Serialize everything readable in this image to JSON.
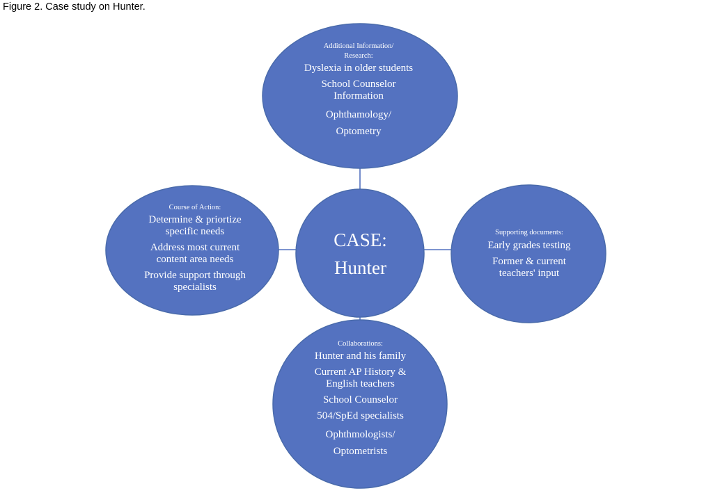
{
  "caption": "Figure 2. Case study on Hunter.",
  "colors": {
    "node_fill": "#5472c0",
    "node_stroke": "#4a6bab",
    "connector": "#5472c0",
    "text": "#ffffff",
    "background": "#ffffff"
  },
  "center": {
    "line1": "CASE:",
    "line2": "Hunter"
  },
  "nodes": {
    "top": {
      "heading_line1": "Additional Information/",
      "heading_line2": "Research:",
      "items": [
        "Dyslexia in older students",
        "School Counselor Information",
        "Ophthamology/ Optometry"
      ]
    },
    "left": {
      "heading": "Course of Action:",
      "items": [
        "Determine & priortize specific needs",
        "Address most current content area needs",
        "Provide support through specialists"
      ]
    },
    "right": {
      "heading": "Supporting documents:",
      "items": [
        "Early grades testing",
        "Former & current teachers' input"
      ]
    },
    "bottom": {
      "heading": "Collaborations:",
      "items": [
        "Hunter and his family",
        "Current AP History & English teachers",
        "School Counselor",
        "504/SpEd specialists",
        "Ophthmologists/ Optometrists"
      ]
    }
  }
}
